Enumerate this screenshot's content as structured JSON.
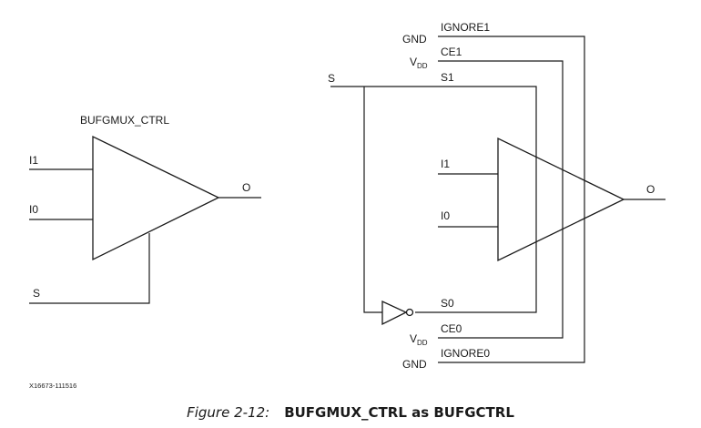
{
  "left_diagram": {
    "title": "BUFGMUX_CTRL",
    "inputs": [
      "I1",
      "I0"
    ],
    "select": "S",
    "output": "O"
  },
  "right_diagram": {
    "select": "S",
    "gnd_label": "GND",
    "vdd_label": "V",
    "vdd_sub": "DD",
    "pins": {
      "ignore1": "IGNORE1",
      "ce1": "CE1",
      "s1": "S1",
      "i1": "I1",
      "i0": "I0",
      "s0": "S0",
      "ce0": "CE0",
      "ignore0": "IGNORE0"
    },
    "output": "O"
  },
  "reference_id": "X16673-111516",
  "caption": {
    "figure_number": "Figure 2-12:",
    "title": "BUFGMUX_CTRL as BUFGCTRL"
  }
}
